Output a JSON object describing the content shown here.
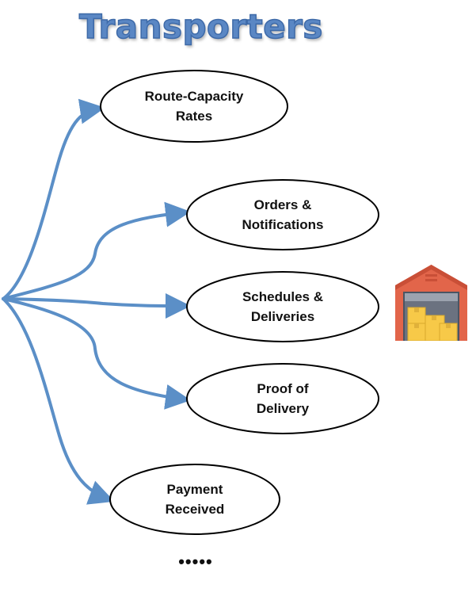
{
  "title": "Transporters",
  "nodes": [
    {
      "id": "route-capacity-rates",
      "label": "Route-Capacity\nRates"
    },
    {
      "id": "orders-notifications",
      "label": "Orders &\nNotifications"
    },
    {
      "id": "schedules-deliveries",
      "label": "Schedules &\nDeliveries"
    },
    {
      "id": "proof-of-delivery",
      "label": "Proof of\nDelivery"
    },
    {
      "id": "payment-received",
      "label": "Payment\nReceived"
    }
  ],
  "ellipsis": "•••••",
  "icons": {
    "warehouse": "warehouse-icon"
  },
  "colors": {
    "title": "#5a87c4",
    "arrows": "#5b8fc7",
    "node_border": "#000000",
    "warehouse_roof": "#e2654a",
    "warehouse_door": "#6b7280",
    "warehouse_boxes": "#f7c948"
  }
}
